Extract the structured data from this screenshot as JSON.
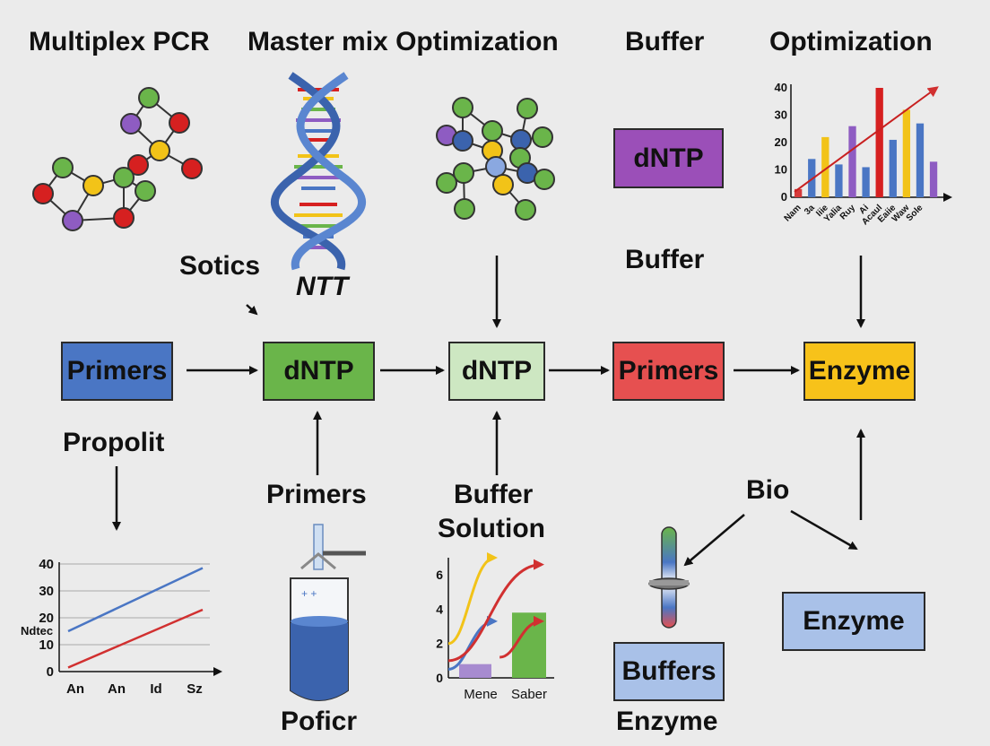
{
  "titles": {
    "multiplex_pcr": "Multiplex PCR",
    "master_mix": "Master mix Optimization",
    "buffer": "Buffer",
    "optimization": "Optimization"
  },
  "labels": {
    "sotics": "Sotics",
    "ntt": "NTT",
    "buffer_mid": "Buffer",
    "propolit": "Propolit",
    "primers_lower": "Primers",
    "buffer_solution_1": "Buffer",
    "buffer_solution_2": "Solution",
    "bio": "Bio",
    "poficr": "Poficr",
    "enzyme_bottom": "Enzyme"
  },
  "boxes": {
    "dntp_top": {
      "label": "dNTP",
      "color": "#9b4fb8"
    },
    "primers_1": {
      "label": "Primers",
      "color": "#4a76c4"
    },
    "dntp_1": {
      "label": "dNTP",
      "color": "#6ab54a"
    },
    "dntp_2": {
      "label": "dNTP",
      "color": "#cde7c2"
    },
    "primers_2": {
      "label": "Primers",
      "color": "#e65050"
    },
    "enzyme_1": {
      "label": "Enzyme",
      "color": "#f7c21a"
    },
    "enzyme_2": {
      "label": "Enzyme",
      "color": "#a9c1e8"
    },
    "buffers": {
      "label": "Buffers",
      "color": "#a9c1e8"
    }
  },
  "chart_data": [
    {
      "type": "bar",
      "categories": [
        "Nam",
        "3a",
        "Iiie",
        "Yalia",
        "Ruy",
        "Ai",
        "Acaul",
        "Eaiie",
        "Waw",
        "Sole"
      ],
      "series": [
        {
          "values": [
            3,
            14,
            22,
            12,
            26,
            11,
            40,
            21,
            32,
            27,
            13
          ]
        }
      ],
      "bar_colors": [
        "#d63a3a",
        "#4a76c4",
        "#f2c318",
        "#4a76c4",
        "#8e5cc2",
        "#4a76c4",
        "#d62020",
        "#4a76c4",
        "#f2c318",
        "#4a76c4",
        "#8e5cc2"
      ],
      "trend_line": [
        [
          0,
          2
        ],
        [
          10.5,
          40
        ]
      ],
      "yticks": [
        "0",
        "10",
        "20",
        "30",
        "40"
      ],
      "ylim": [
        0,
        40
      ]
    },
    {
      "type": "line",
      "x": [
        "An",
        "An",
        "Id",
        "Sz"
      ],
      "ylabel": "Ndtec",
      "ylim": [
        0,
        40
      ],
      "yticks": [
        "0",
        "10",
        "20",
        "30",
        "40"
      ],
      "series": [
        {
          "color": "#4a76c4",
          "values": [
            15,
            38.5
          ]
        },
        {
          "color": "#d13030",
          "values": [
            1.5,
            23
          ]
        }
      ]
    },
    {
      "type": "line",
      "categories": [
        "Mene",
        "Saber"
      ],
      "yticks": [
        "0",
        "2",
        "4",
        "6"
      ],
      "ylim": [
        0,
        7
      ],
      "bars": [
        {
          "x": 0.6,
          "value": 3.8,
          "color": "#6ab54a"
        },
        {
          "x": 0.2,
          "value": 0.8,
          "color": "#a78bd0"
        }
      ],
      "series": [
        {
          "color": "#f2c318",
          "points": [
            [
              0,
              2
            ],
            [
              1,
              7
            ]
          ]
        },
        {
          "color": "#4a76c4",
          "points": [
            [
              0,
              0.5
            ],
            [
              1,
              3.3
            ]
          ]
        },
        {
          "color": "#d13030",
          "points": [
            [
              0,
              1
            ],
            [
              2,
              6.6
            ]
          ]
        },
        {
          "color": "#d13030",
          "points": [
            [
              1.1,
              1.2
            ],
            [
              2,
              3.3
            ]
          ]
        }
      ]
    }
  ]
}
